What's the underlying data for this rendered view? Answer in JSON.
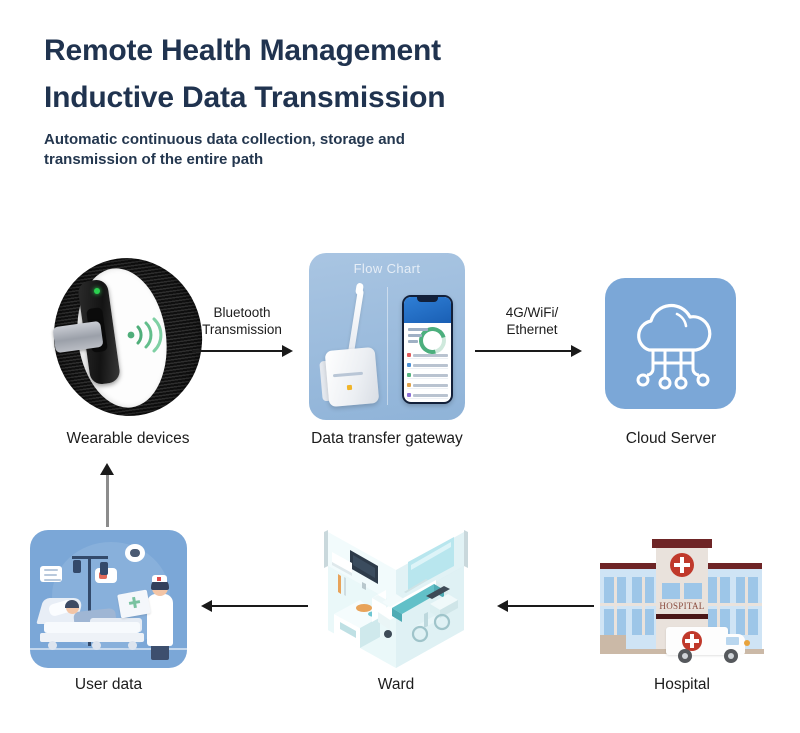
{
  "header": {
    "title_line1": "Remote Health Management",
    "title_line2": "Inductive Data Transmission",
    "subtitle": "Automatic continuous data collection, storage and transmission of the entire path"
  },
  "colors": {
    "heading": "#20334f",
    "card_blue": "#7ba7d7",
    "gateway_blue": "#9fbede",
    "arrow": "#1a1a1a",
    "led_green": "#2ad14f",
    "hospital_red": "#c0392b",
    "roof_dark_red": "#6e2526",
    "window_blue": "#9dc6e8"
  },
  "nodes": [
    {
      "id": "wearable",
      "label": "Wearable devices",
      "icon": "wristband-icon"
    },
    {
      "id": "gateway",
      "label": "Data transfer gateway",
      "icon": "gateway-device-icon",
      "watermark": "Flow Chart"
    },
    {
      "id": "cloud",
      "label": "Cloud Server",
      "icon": "cloud-network-icon"
    },
    {
      "id": "hospital",
      "label": "Hospital",
      "icon": "hospital-building-icon",
      "sign_text": "HOSPITAL"
    },
    {
      "id": "ward",
      "label": "Ward",
      "icon": "isometric-ward-room-icon"
    },
    {
      "id": "userdata",
      "label": "User data",
      "icon": "patient-nurse-illustration-icon"
    }
  ],
  "connections": [
    {
      "id": "wearable-to-gateway",
      "label_line1": "Bluetooth",
      "label_line2": "Transmission",
      "direction": "right"
    },
    {
      "id": "gateway-to-cloud",
      "label_line1": "4G/WiFi/",
      "label_line2": "Ethernet",
      "direction": "right"
    },
    {
      "id": "hospital-to-ward",
      "label_line1": "",
      "label_line2": "",
      "direction": "left"
    },
    {
      "id": "ward-to-userdata",
      "label_line1": "",
      "label_line2": "",
      "direction": "left"
    },
    {
      "id": "userdata-to-wearable",
      "label_line1": "",
      "label_line2": "",
      "direction": "up"
    }
  ]
}
